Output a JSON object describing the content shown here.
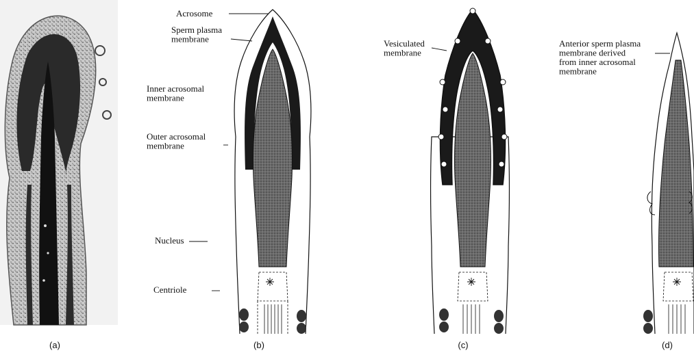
{
  "panels": [
    {
      "id": "a",
      "caption": "(a)"
    },
    {
      "id": "b",
      "caption": "(b)",
      "labels": [
        {
          "lines": [
            "Acrosome"
          ]
        },
        {
          "lines": [
            "Sperm plasma",
            "membrane"
          ]
        },
        {
          "lines": [
            "Inner acrosomal",
            "membrane"
          ]
        },
        {
          "lines": [
            "Outer acrosomal",
            "membrane"
          ]
        },
        {
          "lines": [
            "Nucleus"
          ]
        },
        {
          "lines": [
            "Centriole"
          ]
        }
      ]
    },
    {
      "id": "c",
      "caption": "(c)",
      "labels": [
        {
          "lines": [
            "Vesiculated",
            "membrane"
          ]
        }
      ]
    },
    {
      "id": "d",
      "caption": "(d)",
      "labels": [
        {
          "lines": [
            "Anterior sperm plasma",
            "membrane derived",
            "from inner acrosomal",
            "membrane"
          ]
        }
      ]
    }
  ],
  "colors": {
    "ink": "#111111",
    "nucleus": "#5a5a5a",
    "acrosome": "#1a1a1a",
    "micrograph": "#3a3a3a"
  }
}
